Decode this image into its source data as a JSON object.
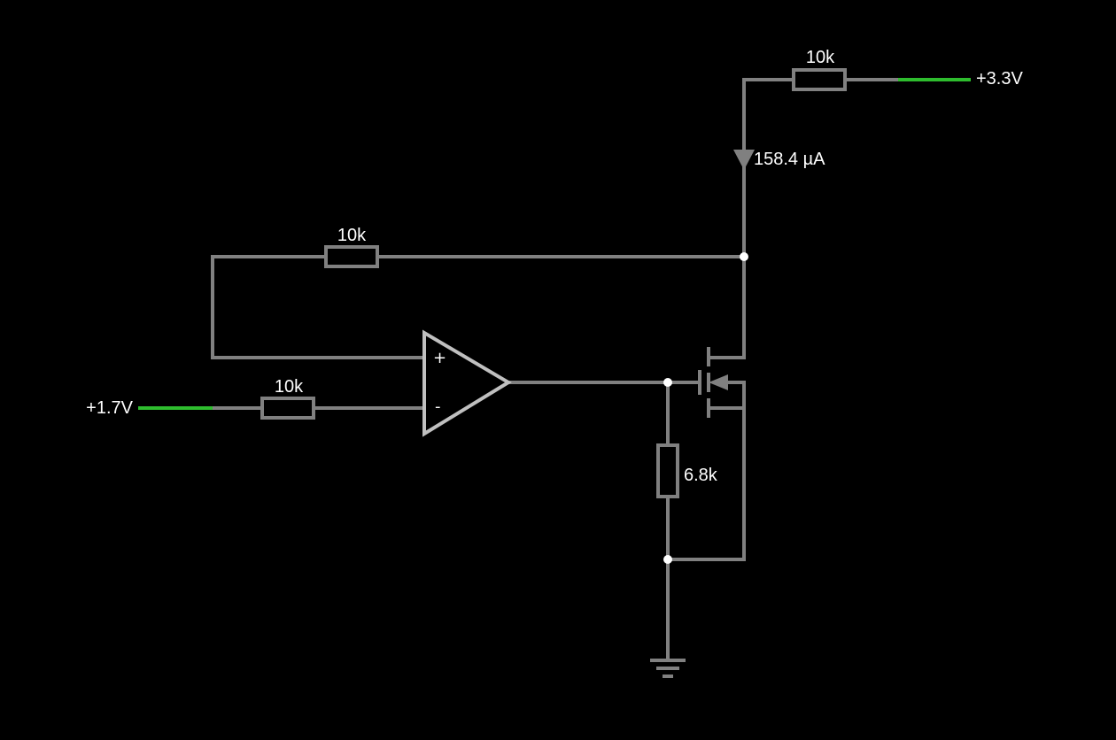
{
  "sources": {
    "vcc": "+3.3V",
    "vin": "+1.7V"
  },
  "resistors": {
    "top": "10k",
    "feedback": "10k",
    "input": "10k",
    "gate": "6.8k"
  },
  "current_readout": "158.4 µA",
  "opamp": {
    "plus": "+",
    "minus": "-"
  },
  "colors": {
    "background": "#000000",
    "wire": "#808080",
    "live_source": "#2ebd2e",
    "node": "#ffffff"
  }
}
